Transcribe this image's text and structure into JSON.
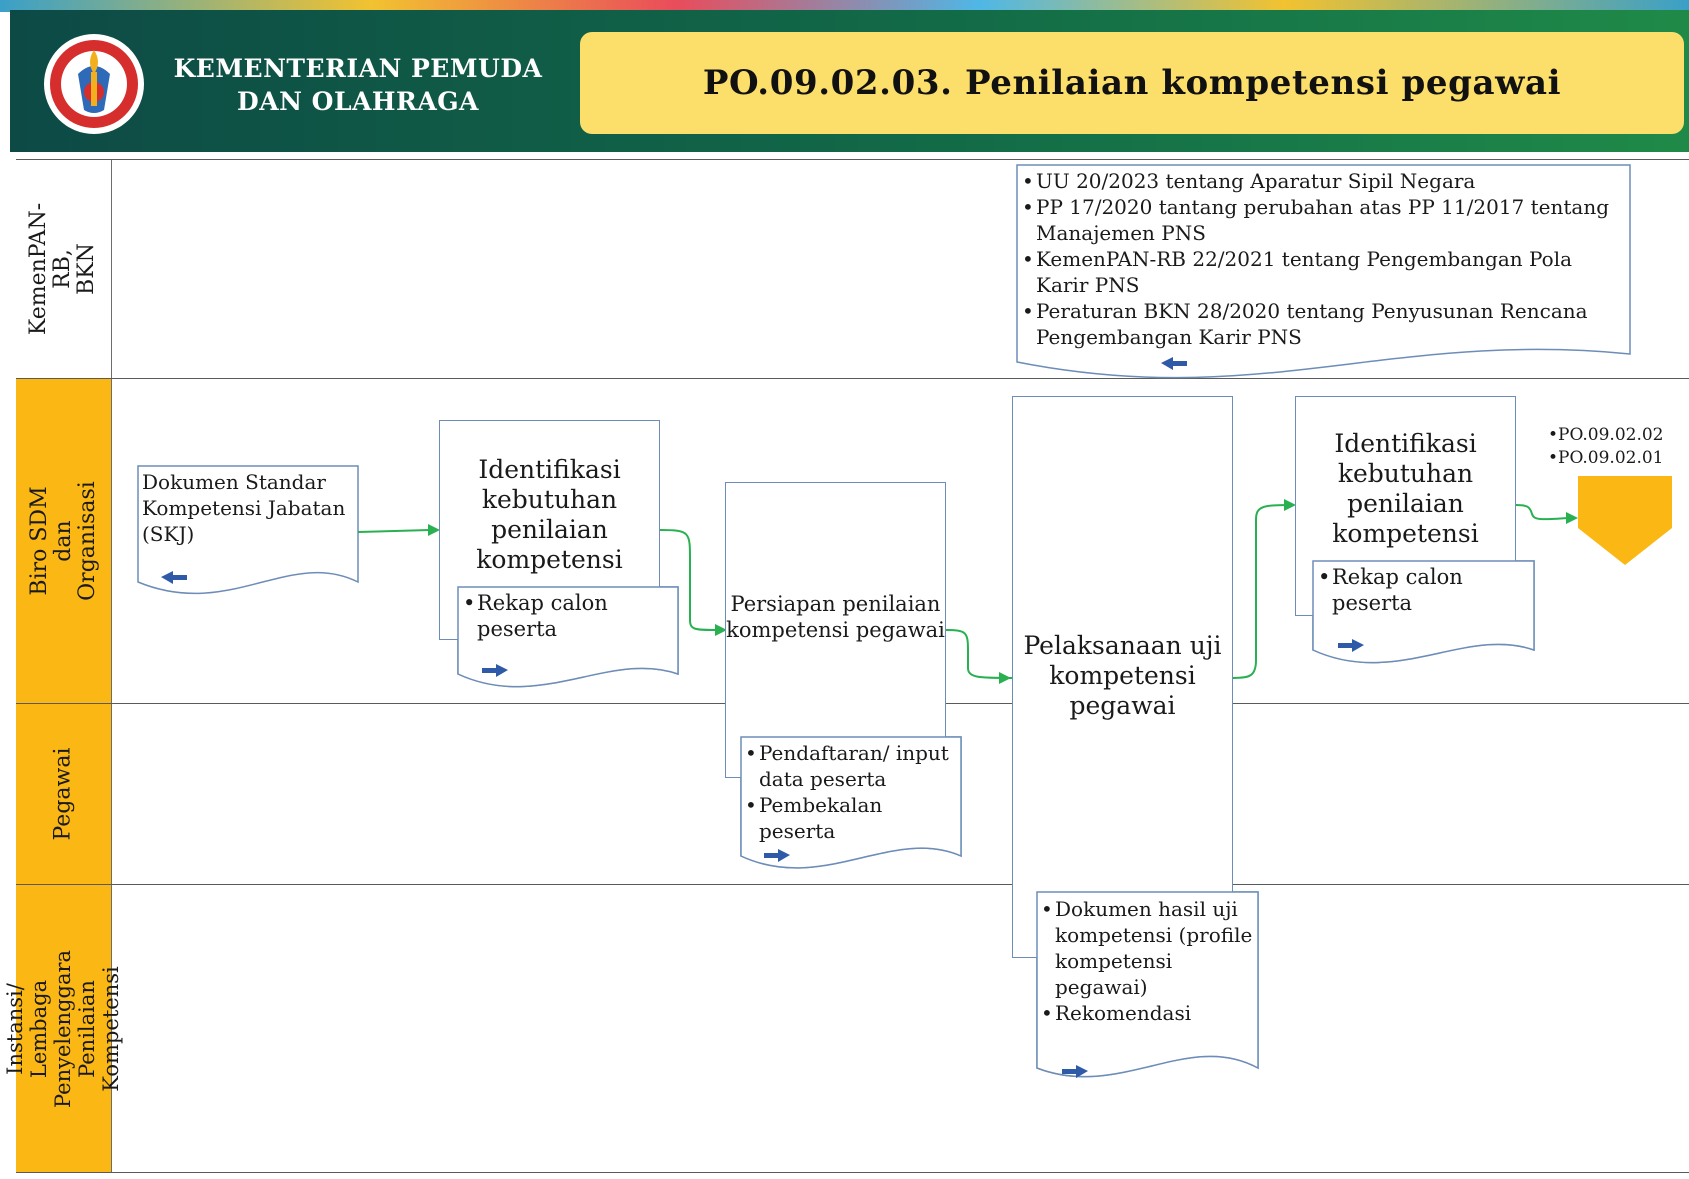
{
  "header": {
    "org_line1": "KEMENTERIAN PEMUDA",
    "org_line2": "DAN OLAHRAGA",
    "title": "PO.09.02.03.  Penilaian kompetensi  pegawai"
  },
  "lanes": [
    {
      "label": "KemenPAN-RB,\nBKN"
    },
    {
      "label": "Biro SDM dan\nOrganisasi"
    },
    {
      "label": "Pegawai"
    },
    {
      "label": "Instansi/ Lembaga\nPenyelenggara\nPenilaian Kompetensi"
    }
  ],
  "regulations": [
    "UU 20/2023 tentang Aparatur Sipil Negara",
    "PP 17/2020 tantang perubahan atas PP 11/2017 tentang Manajemen PNS",
    "KemenPAN-RB 22/2021 tentang Pengembangan Pola Karir PNS",
    "Peraturan BKN 28/2020 tentang Penyusunan Rencana Pengembangan Karir PNS"
  ],
  "documents": {
    "skj": "Dokumen Standar Kompetensi Jabatan (SKJ)",
    "rekap1": [
      "Rekap calon peserta"
    ],
    "pendaftaran": [
      "Pendaftaran/ input data peserta",
      "Pembekalan peserta"
    ],
    "hasil": [
      "Dokumen hasil uji kompetensi (profile kompetensi pegawai)",
      "Rekomendasi"
    ],
    "rekap2": [
      "Rekap calon peserta"
    ]
  },
  "processes": {
    "identifikasi1": "Identifikasi kebutuhan penilaian kompetensi",
    "persiapan": "Persiapan penilaian kompetensi pegawai",
    "pelaksanaan": "Pelaksanaan uji kompetensi pegawai",
    "identifikasi2": "Identifikasi kebutuhan penilaian kompetensi"
  },
  "connector_refs": [
    "PO.09.02.02",
    "PO.09.02.01"
  ],
  "colors": {
    "header_green": "#0d4a46",
    "title_yellow": "#fbdf6a",
    "lane_yellow": "#fbb714",
    "flow_green": "#29b050",
    "shape_border": "#6d8db8",
    "connector": "#fbb714"
  },
  "icons": [
    "logo-emblem-icon",
    "arrow-left-icon",
    "arrow-right-icon",
    "offpage-connector-icon"
  ]
}
